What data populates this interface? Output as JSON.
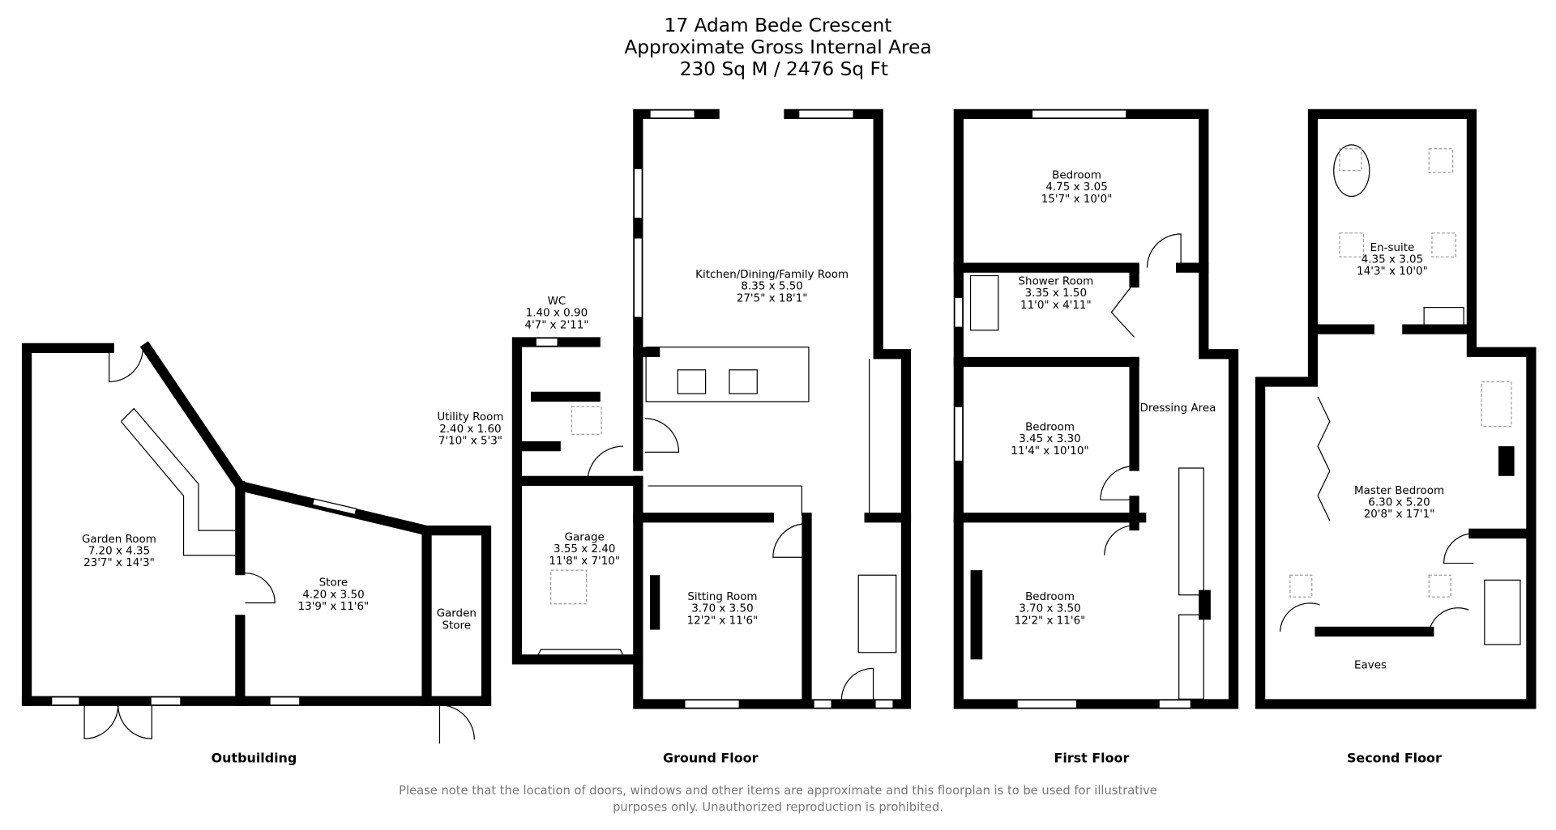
{
  "header": {
    "address": "17 Adam Bede Crescent",
    "area_label": "Approximate Gross Internal Area",
    "area_value": "230 Sq M / 2476 Sq Ft"
  },
  "floors": {
    "outbuilding": {
      "label": "Outbuilding",
      "rooms": [
        {
          "name": "Garden Room",
          "metric": "7.20 x 4.35",
          "imperial": "23'7\" x 14'3\""
        },
        {
          "name": "Store",
          "metric": "4.20 x 3.50",
          "imperial": "13'9\" x 11'6\""
        },
        {
          "name": "Garden",
          "name2": "Store"
        }
      ]
    },
    "ground": {
      "label": "Ground Floor",
      "rooms": [
        {
          "name": "Kitchen/Dining/Family Room",
          "metric": "8.35 x 5.50",
          "imperial": "27'5\" x 18'1\""
        },
        {
          "name": "WC",
          "metric": "1.40 x 0.90",
          "imperial": "4'7\" x 2'11\""
        },
        {
          "name": "Utility Room",
          "metric": "2.40 x 1.60",
          "imperial": "7'10\" x 5'3\""
        },
        {
          "name": "Garage",
          "metric": "3.55 x 2.40",
          "imperial": "11'8\" x 7'10\""
        },
        {
          "name": "Sitting Room",
          "metric": "3.70 x 3.50",
          "imperial": "12'2\" x 11'6\""
        }
      ]
    },
    "first": {
      "label": "First Floor",
      "rooms": [
        {
          "name": "Bedroom",
          "metric": "4.75 x 3.05",
          "imperial": "15'7\" x 10'0\""
        },
        {
          "name": "Shower Room",
          "metric": "3.35 x 1.50",
          "imperial": "11'0\" x 4'11\""
        },
        {
          "name": "Bedroom",
          "metric": "3.45 x 3.30",
          "imperial": "11'4\" x 10'10\""
        },
        {
          "name": "Bedroom",
          "metric": "3.70 x 3.50",
          "imperial": "12'2\" x 11'6\""
        },
        {
          "name": "Dressing Area"
        }
      ]
    },
    "second": {
      "label": "Second Floor",
      "rooms": [
        {
          "name": "En-suite",
          "metric": "4.35 x 3.05",
          "imperial": "14'3\" x 10'0\""
        },
        {
          "name": "Master Bedroom",
          "metric": "6.30 x 5.20",
          "imperial": "20'8\" x 17'1\""
        },
        {
          "name": "Eaves"
        }
      ]
    }
  },
  "disclaimer": {
    "line1": "Please note that the location of doors, windows and other items are approximate and this floorplan is to be used for illustrative",
    "line2": "purposes only. Unauthorized reproduction is prohibited."
  }
}
